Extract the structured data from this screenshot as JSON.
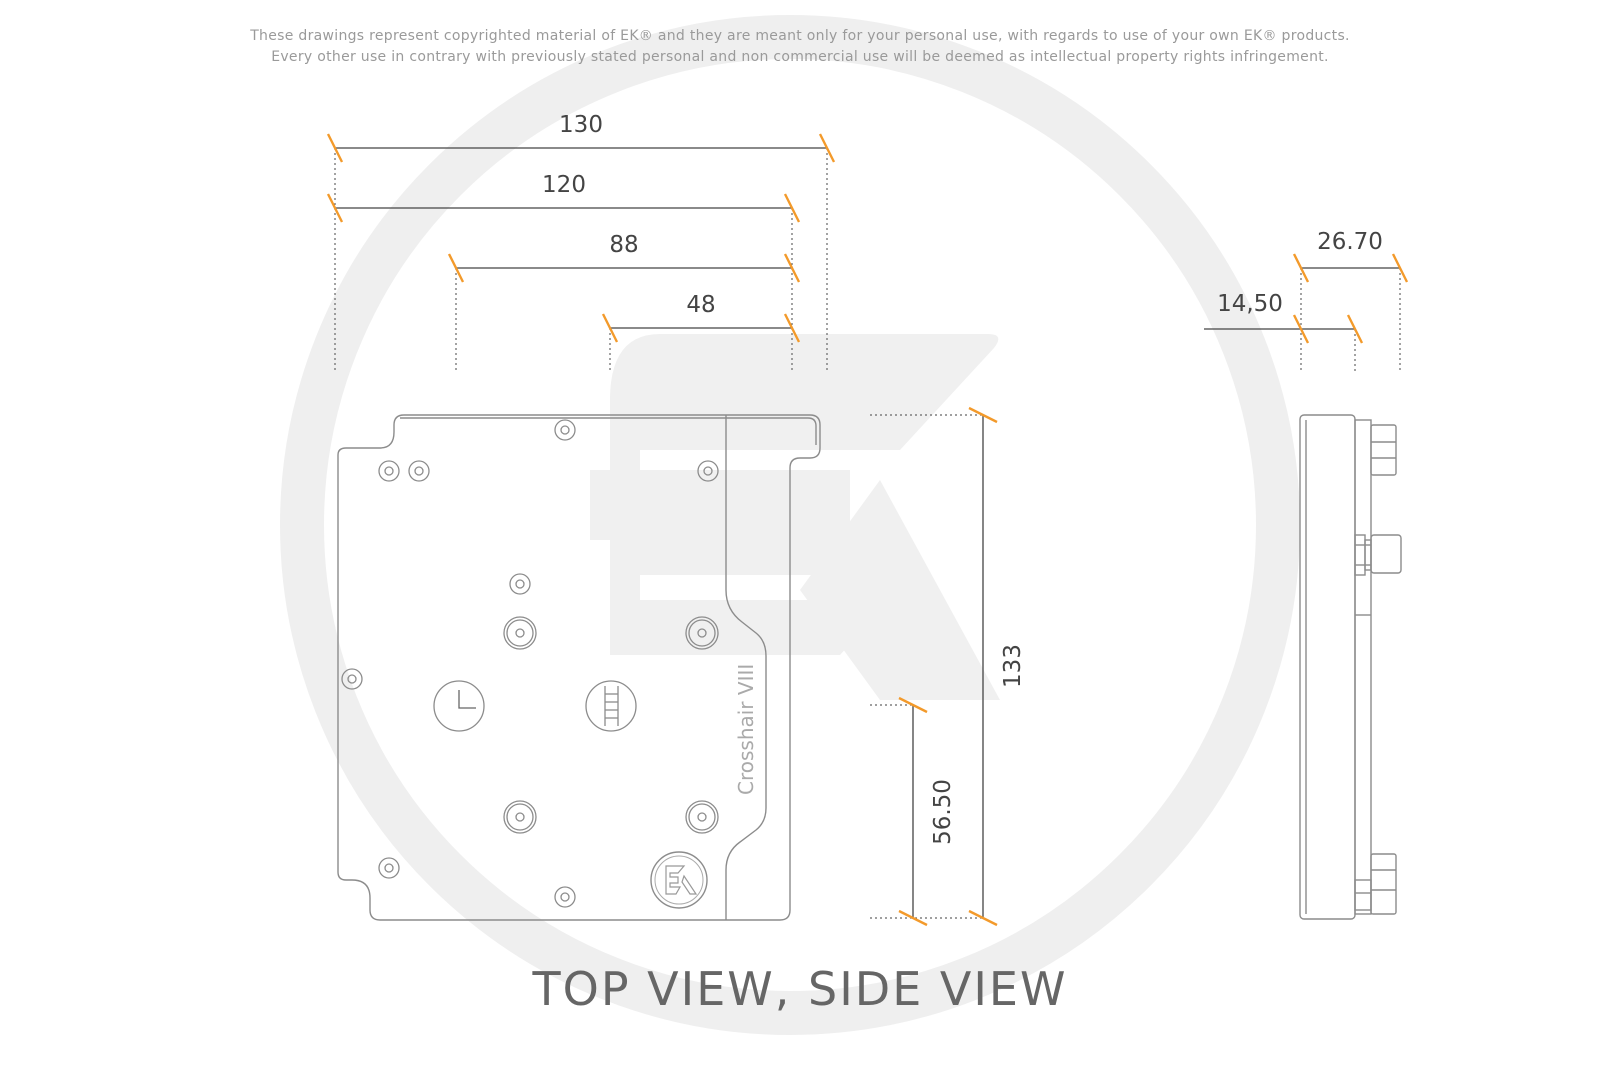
{
  "notice": {
    "line1": "These drawings represent copyrighted material of EK® and they are meant only for your personal use, with regards to use of  your own EK® products.",
    "line2": "Every other use in contrary with previously stated personal and non commercial use will be deemed as intellectual property rights infringement."
  },
  "caption": "TOP VIEW, SIDE VIEW",
  "model_label": "Crosshair VIII",
  "dimensions": {
    "top_width_130": "130",
    "top_width_120": "120",
    "top_width_88": "88",
    "top_width_48": "48",
    "height_133": "133",
    "height_56_50": "56.50",
    "side_26_70": "26.70",
    "side_14_50": "14,50"
  },
  "colors": {
    "dimension_tick": "#f39a2b",
    "outline": "#8c8c8c",
    "watermark": "#efefef"
  }
}
